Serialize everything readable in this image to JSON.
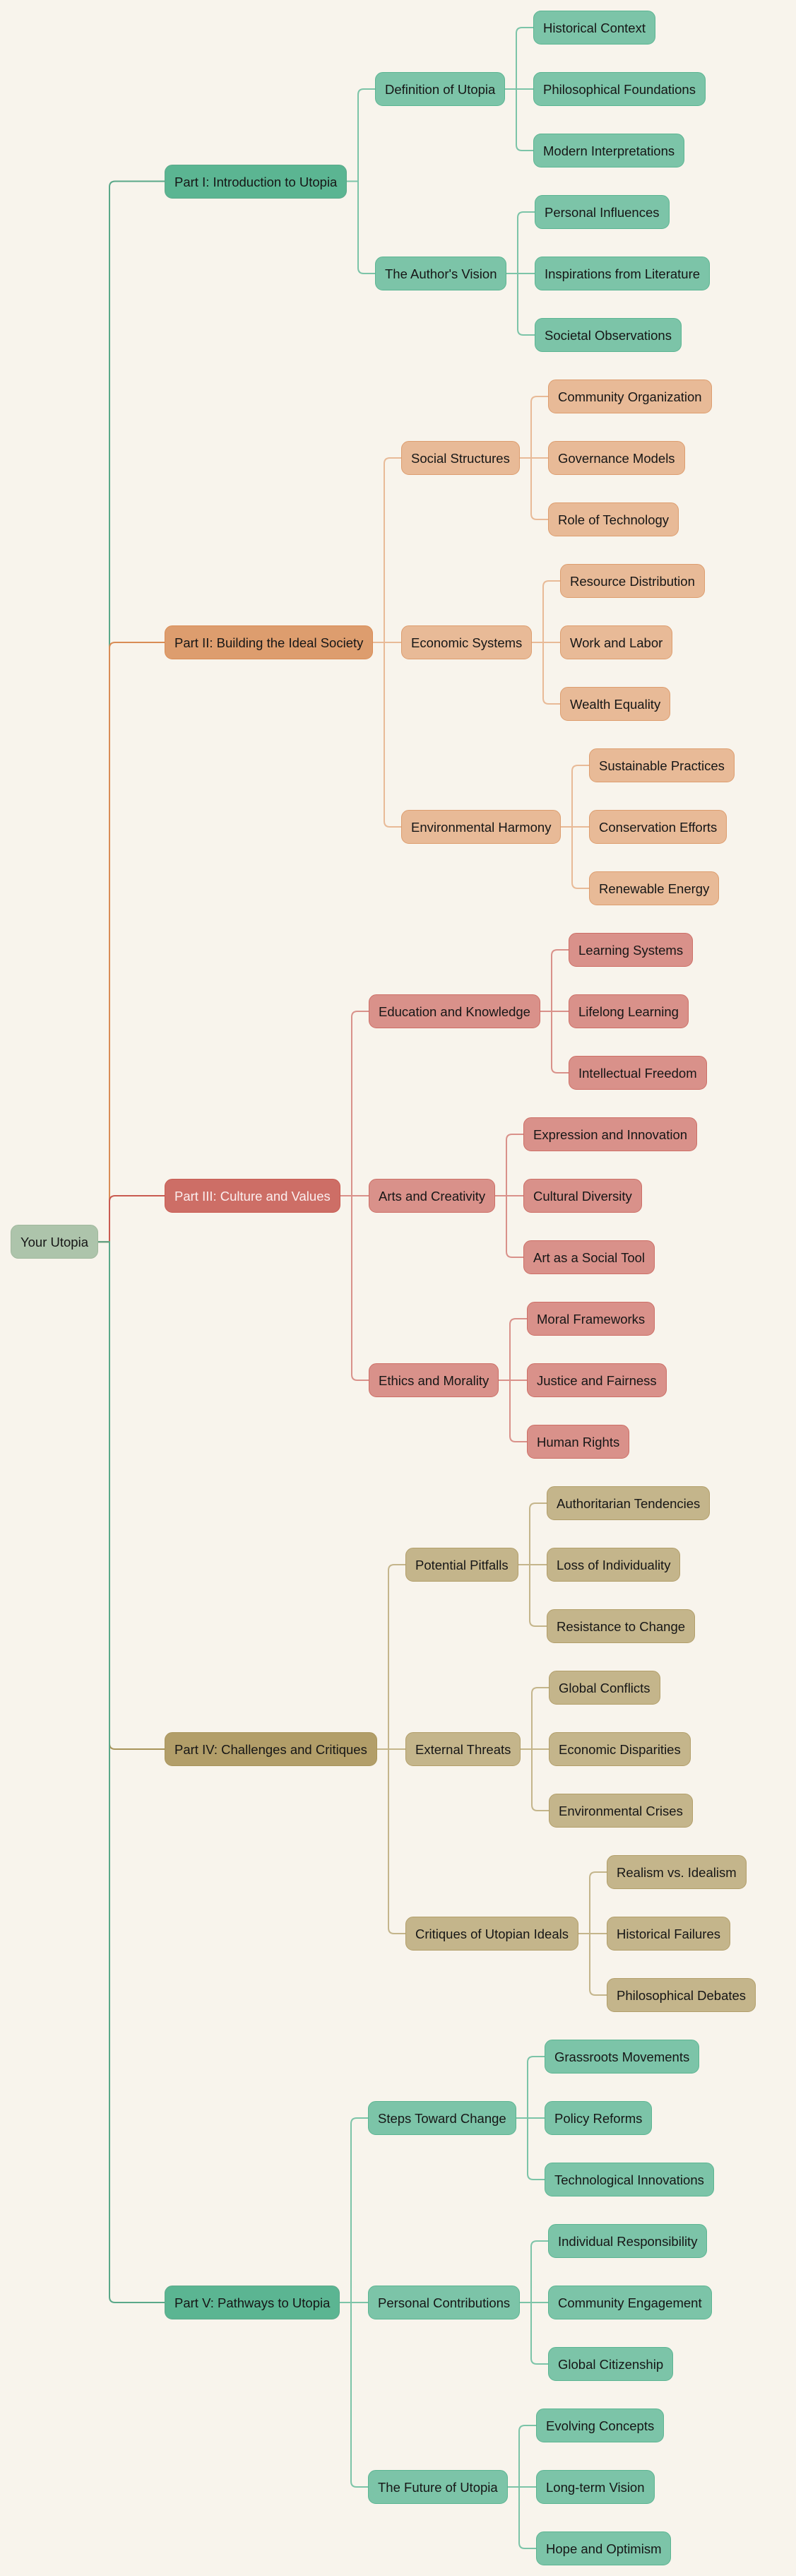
{
  "root": {
    "label": "Your Utopia",
    "color": "#adc4ab",
    "border": "#a0b89d"
  },
  "parts": [
    {
      "label": "Part I: Introduction to Utopia",
      "color": "#5bb592",
      "light": "#7cc4a8",
      "line": "#5aa889",
      "children": [
        {
          "label": "Definition of Utopia",
          "children": [
            "Historical Context",
            "Philosophical Foundations",
            "Modern Interpretations"
          ]
        },
        {
          "label": "The Author's Vision",
          "children": [
            "Personal Influences",
            "Inspirations from Literature",
            "Societal Observations"
          ]
        }
      ]
    },
    {
      "label": "Part II: Building the Ideal Society",
      "color": "#dd9d6e",
      "light": "#e8ba97",
      "line": "#d98c55",
      "children": [
        {
          "label": "Social Structures",
          "children": [
            "Community Organization",
            "Governance Models",
            "Role of Technology"
          ]
        },
        {
          "label": "Economic Systems",
          "children": [
            "Resource Distribution",
            "Work and Labor",
            "Wealth Equality"
          ]
        },
        {
          "label": "Environmental Harmony",
          "children": [
            "Sustainable Practices",
            "Conservation Efforts",
            "Renewable Energy"
          ]
        }
      ]
    },
    {
      "label": "Part III: Culture and Values",
      "color": "#cd6e66",
      "light": "#d9918a",
      "line": "#c95a50",
      "children": [
        {
          "label": "Education and Knowledge",
          "children": [
            "Learning Systems",
            "Lifelong Learning",
            "Intellectual Freedom"
          ]
        },
        {
          "label": "Arts and Creativity",
          "children": [
            "Expression and Innovation",
            "Cultural Diversity",
            "Art as a Social Tool"
          ]
        },
        {
          "label": "Ethics and Morality",
          "children": [
            "Moral Frameworks",
            "Justice and Fairness",
            "Human Rights"
          ]
        }
      ]
    },
    {
      "label": "Part IV: Challenges and Critiques",
      "color": "#b29e69",
      "light": "#c4b58b",
      "line": "#a8945a",
      "children": [
        {
          "label": "Potential Pitfalls",
          "children": [
            "Authoritarian Tendencies",
            "Loss of Individuality",
            "Resistance to Change"
          ]
        },
        {
          "label": "External Threats",
          "children": [
            "Global Conflicts",
            "Economic Disparities",
            "Environmental Crises"
          ]
        },
        {
          "label": "Critiques of Utopian Ideals",
          "children": [
            "Realism vs. Idealism",
            "Historical Failures",
            "Philosophical Debates"
          ]
        }
      ]
    },
    {
      "label": "Part V: Pathways to Utopia",
      "color": "#5bb592",
      "light": "#7cc4a8",
      "line": "#5aa889",
      "children": [
        {
          "label": "Steps Toward Change",
          "children": [
            "Grassroots Movements",
            "Policy Reforms",
            "Technological Innovations"
          ]
        },
        {
          "label": "Personal Contributions",
          "children": [
            "Individual Responsibility",
            "Community Engagement",
            "Global Citizenship"
          ]
        },
        {
          "label": "The Future of Utopia",
          "children": [
            "Evolving Concepts",
            "Long-term Vision",
            "Hope and Optimism"
          ]
        }
      ]
    }
  ]
}
